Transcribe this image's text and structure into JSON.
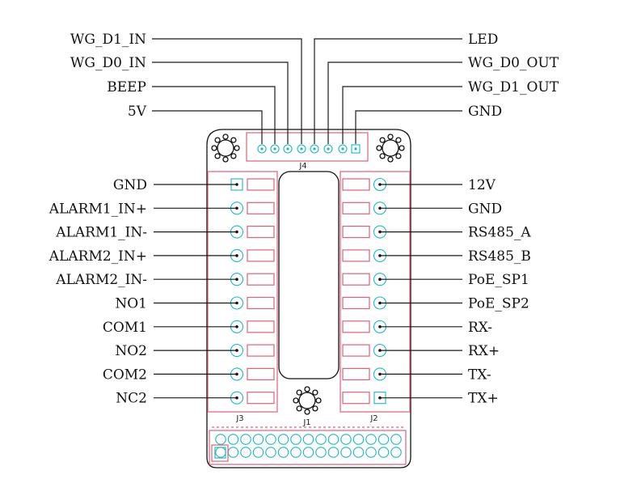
{
  "connectors": {
    "J4": {
      "ref": "J4",
      "left_labels": [
        "WG_D1_IN",
        "WG_D0_IN",
        "BEEP",
        "5V"
      ],
      "right_labels": [
        "LED",
        "WG_D0_OUT",
        "WG_D1_OUT",
        "GND"
      ]
    },
    "J3": {
      "ref": "J3",
      "labels": [
        "GND",
        "ALARM1_IN+",
        "ALARM1_IN-",
        "ALARM2_IN+",
        "ALARM2_IN-",
        "NO1",
        "COM1",
        "NO2",
        "COM2",
        "NC2"
      ]
    },
    "J2": {
      "ref": "J2",
      "labels": [
        "12V",
        "GND",
        "RS485_A",
        "RS485_B",
        "PoE_SP1",
        "PoE_SP2",
        "RX-",
        "RX+",
        "TX-",
        "TX+"
      ]
    },
    "J1": {
      "ref": "J1"
    }
  },
  "colors": {
    "board_outline": "#111111",
    "silkscreen": "#e0607a",
    "pads": "#19b8c4",
    "leader_lines": "#1a1a1a"
  }
}
